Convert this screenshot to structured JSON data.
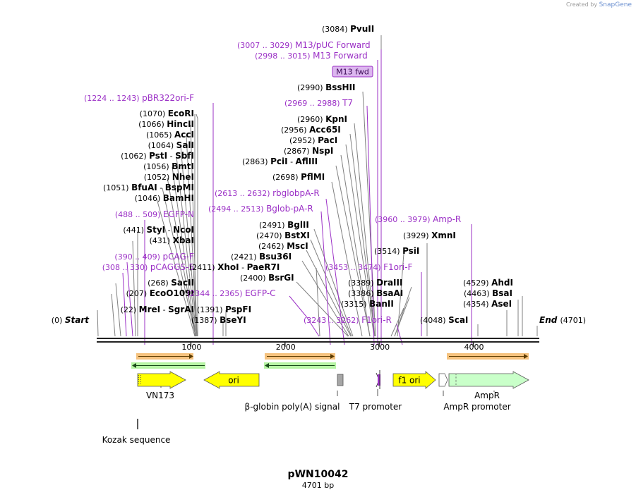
{
  "credit": {
    "prefix": "Created by",
    "brand": "SnapGene"
  },
  "map": {
    "name": "pWN10042",
    "length_label": "4701 bp",
    "length": 4701,
    "axis_ticks": [
      "1000",
      "2000",
      "3000",
      "4000"
    ],
    "start_label": {
      "pos": "(0)",
      "text": "Start"
    },
    "end_label": {
      "pos": "(4701)",
      "text": "End"
    }
  },
  "colors": {
    "enzyme_line": "#808080",
    "primer": "#9b30c6",
    "feature_yellow": "#ffff00",
    "feature_green": "#c9ffc9",
    "feature_grey": "#a6a6a6",
    "orf_orange": "#f5c27e",
    "orf_green": "#b7f5a5",
    "badge_fill": "#dcb6ef"
  },
  "left_sites": [
    {
      "pos": "(1224 .. 1243)",
      "name": "pBR322ori-F",
      "kind": "primer"
    },
    {
      "pos": "(1070)",
      "name": "EcoRI",
      "kind": "enzyme"
    },
    {
      "pos": "(1066)",
      "name": "HincII",
      "kind": "enzyme"
    },
    {
      "pos": "(1065)",
      "name": "AccI",
      "kind": "enzyme"
    },
    {
      "pos": "(1064)",
      "name": "SalI",
      "kind": "enzyme"
    },
    {
      "pos": "(1062)",
      "name": "PstI",
      "alt": "SbfI",
      "kind": "enzyme"
    },
    {
      "pos": "(1056)",
      "name": "BmtI",
      "kind": "enzyme"
    },
    {
      "pos": "(1052)",
      "name": "NheI",
      "kind": "enzyme"
    },
    {
      "pos": "(1051)",
      "name": "BfuAI",
      "alt": "BspMI",
      "kind": "enzyme"
    },
    {
      "pos": "(1046)",
      "name": "BamHI",
      "kind": "enzyme"
    },
    {
      "pos": "(488 .. 509)",
      "name": "EGFP-N",
      "kind": "primer"
    },
    {
      "pos": "(441)",
      "name": "StyI",
      "alt": "NcoI",
      "kind": "enzyme"
    },
    {
      "pos": "(431)",
      "name": "XbaI",
      "kind": "enzyme"
    },
    {
      "pos": "(390 .. 409)",
      "name": "pCAG-F",
      "kind": "primer"
    },
    {
      "pos": "(308 .. 330)",
      "name": "pCAGGS-5",
      "kind": "primer"
    },
    {
      "pos": "(268)",
      "name": "SacII",
      "kind": "enzyme"
    },
    {
      "pos": "(207)",
      "name": "EcoO109I",
      "kind": "enzyme"
    },
    {
      "pos": "(22)",
      "name": "MreI",
      "alt": "SgrAI",
      "kind": "enzyme"
    }
  ],
  "mid_low_sites": [
    {
      "pos": "(1391)",
      "name": "PspFI",
      "kind": "enzyme"
    },
    {
      "pos": "(1387)",
      "name": "BseYI",
      "kind": "enzyme"
    },
    {
      "pos": "(2411)",
      "name": "XhoI",
      "alt": "PaeR7I",
      "kind": "enzyme"
    },
    {
      "pos": "(2344 .. 2365)",
      "name": "EGFP-C",
      "kind": "primer"
    }
  ],
  "center_sites": [
    {
      "pos": "(3084)",
      "name": "PvuII",
      "kind": "enzyme"
    },
    {
      "pos": "(3007 .. 3029)",
      "name": "M13/pUC Forward",
      "kind": "primer"
    },
    {
      "pos": "(2998 .. 3015)",
      "name": "M13 Forward",
      "kind": "primer"
    },
    {
      "pos": "(2990)",
      "name": "BssHII",
      "kind": "enzyme"
    },
    {
      "pos": "(2969 .. 2988)",
      "name": "T7",
      "kind": "primer"
    },
    {
      "pos": "(2960)",
      "name": "KpnI",
      "kind": "enzyme"
    },
    {
      "pos": "(2956)",
      "name": "Acc65I",
      "kind": "enzyme"
    },
    {
      "pos": "(2952)",
      "name": "PacI",
      "kind": "enzyme"
    },
    {
      "pos": "(2867)",
      "name": "NspI",
      "kind": "enzyme"
    },
    {
      "pos": "(2863)",
      "name": "PciI",
      "alt": "AflIII",
      "kind": "enzyme"
    },
    {
      "pos": "(2698)",
      "name": "PflMI",
      "kind": "enzyme"
    },
    {
      "pos": "(2613 .. 2632)",
      "name": "rbglobpA-R",
      "kind": "primer"
    },
    {
      "pos": "(2494 .. 2513)",
      "name": "Bglob-pA-R",
      "kind": "primer"
    },
    {
      "pos": "(2491)",
      "name": "BglII",
      "kind": "enzyme"
    },
    {
      "pos": "(2470)",
      "name": "BstXI",
      "kind": "enzyme"
    },
    {
      "pos": "(2462)",
      "name": "MscI",
      "kind": "enzyme"
    },
    {
      "pos": "(2421)",
      "name": "Bsu36I",
      "kind": "enzyme"
    },
    {
      "pos": "(2400)",
      "name": "BsrGI",
      "kind": "enzyme"
    },
    {
      "pos": "(3243 .. 3262)",
      "name": "F1ori-R",
      "kind": "primer"
    }
  ],
  "badge": {
    "label": "M13 fwd"
  },
  "right_sites": [
    {
      "pos": "(3960 .. 3979)",
      "name": "Amp-R",
      "kind": "primer"
    },
    {
      "pos": "(3929)",
      "name": "XmnI",
      "kind": "enzyme"
    },
    {
      "pos": "(3514)",
      "name": "PsiI",
      "kind": "enzyme"
    },
    {
      "pos": "(3453 .. 3474)",
      "name": "F1ori-F",
      "kind": "primer"
    },
    {
      "pos": "(3389)",
      "name": "DraIII",
      "kind": "enzyme"
    },
    {
      "pos": "(3386)",
      "name": "BsaAI",
      "kind": "enzyme"
    },
    {
      "pos": "(3315)",
      "name": "BanII",
      "kind": "enzyme"
    },
    {
      "pos": "(4048)",
      "name": "ScaI",
      "kind": "enzyme"
    },
    {
      "pos": "(4529)",
      "name": "AhdI",
      "kind": "enzyme"
    },
    {
      "pos": "(4463)",
      "name": "BsaI",
      "kind": "enzyme"
    },
    {
      "pos": "(4354)",
      "name": "AseI",
      "kind": "enzyme"
    }
  ],
  "features": {
    "vn173": "VN173",
    "ori": "ori",
    "globin": "β-globin poly(A) signal",
    "t7": "T7 promoter",
    "f1ori": "f1 ori",
    "ampr": "AmpR",
    "ampr_promoter": "AmpR promoter",
    "kozak": "Kozak sequence"
  }
}
